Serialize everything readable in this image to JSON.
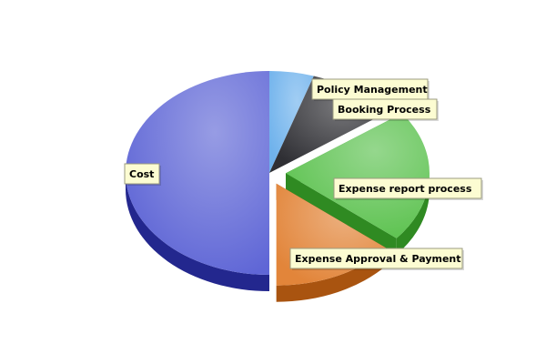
{
  "chart_data": {
    "type": "pie",
    "title": "",
    "categories": [
      "Policy Management",
      "Booking Process",
      "Expense report process",
      "Expense Approval & Payment",
      "Cost"
    ],
    "values": [
      5,
      10,
      21,
      14,
      50
    ],
    "unit": "",
    "legend": "none",
    "exploded": [
      "Expense report process",
      "Expense Approval & Payment"
    ],
    "colors": [
      "#6fb2ec",
      "#2f2f34",
      "#5cc24f",
      "#e2853a",
      "#5f66d6"
    ],
    "side_colors": [
      "#3e80c0",
      "#131316",
      "#2f8a22",
      "#a95410",
      "#23278e"
    ]
  }
}
